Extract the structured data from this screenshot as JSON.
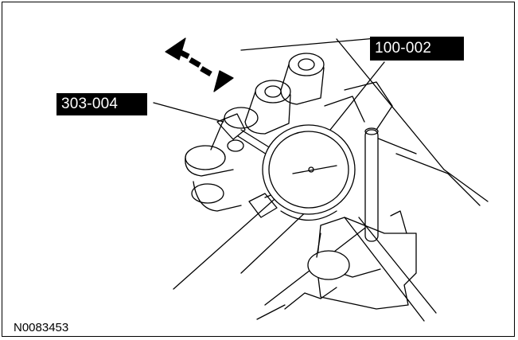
{
  "labels": {
    "tool_a": "303-004",
    "tool_b": "100-002"
  },
  "figure_id": "N0083453",
  "colors": {
    "ink": "#000000",
    "paper": "#ffffff"
  },
  "icons": [
    "double-arrow-icon"
  ]
}
